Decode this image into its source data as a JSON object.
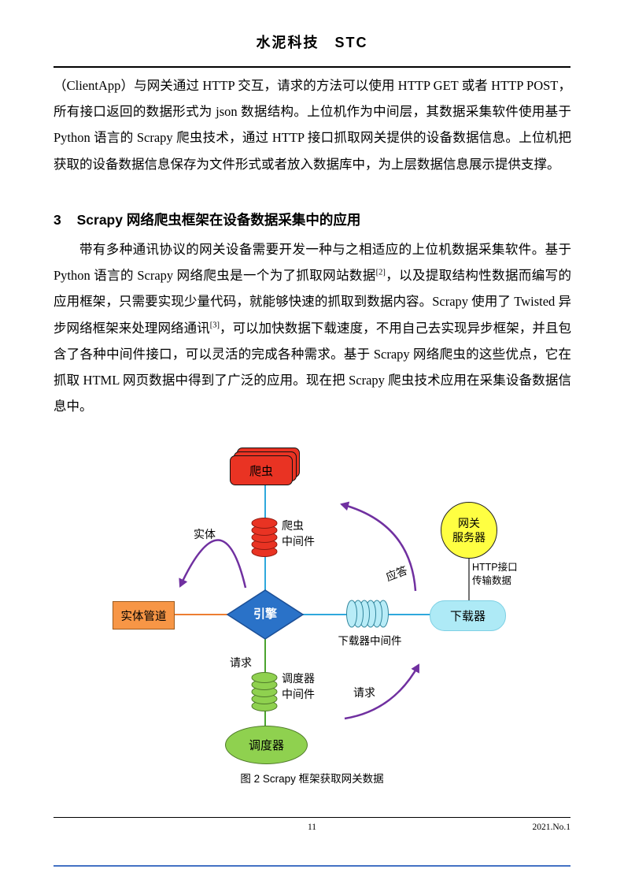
{
  "header": {
    "journal_title": "水泥科技　STC"
  },
  "article": {
    "paragraph_continued": "（ClientApp）与网关通过 HTTP 交互，请求的方法可以使用 HTTP GET 或者 HTTP POST，所有接口返回的数据形式为 json 数据结构。上位机作为中间层，其数据采集软件使用基于 Python 语言的 Scrapy 爬虫技术，通过 HTTP 接口抓取网关提供的设备数据信息。上位机把获取的设备数据信息保存为文件形式或者放入数据库中，为上层数据信息展示提供支撑。",
    "section_number": "3",
    "section_title": "Scrapy 网络爬虫框架在设备数据采集中的应用",
    "paragraph2": {
      "part1": "带有多种通讯协议的网关设备需要开发一种与之相适应的上位机数据采集软件。基于 Python 语言的 Scrapy 网络爬虫是一个为了抓取网站数据",
      "ref1": "[2]",
      "part2": "，以及提取结构性数据而编写的应用框架，只需要实现少量代码，就能够快速的抓取到数据内容。Scrapy 使用了 Twisted 异步网络框架来处理网络通讯",
      "ref2": "[3]",
      "part3": "，可以加快数据下载速度，不用自己去实现异步框架，并且包含了各种中间件接口，可以灵活的完成各种需求。基于 Scrapy 网络爬虫的这些优点，它在抓取 HTML 网页数据中得到了广泛的应用。现在把 Scrapy 爬虫技术应用在采集设备数据信息中。"
    }
  },
  "diagram": {
    "caption": "图 2 Scrapy 框架获取网关数据",
    "nodes": {
      "spider": "爬虫",
      "spider_middleware_line1": "爬虫",
      "spider_middleware_line2": "中间件",
      "engine": "引擎",
      "item_pipeline": "实体管道",
      "gateway_line1": "网关",
      "gateway_line2": "服务器",
      "downloader": "下载器",
      "downloader_middleware": "下载器中间件",
      "scheduler_middleware_line1": "调度器",
      "scheduler_middleware_line2": "中间件",
      "scheduler": "调度器"
    },
    "labels": {
      "entity": "实体",
      "response": "应答",
      "http_line1": "HTTP接口",
      "http_line2": "传输数据",
      "request_left": "请求",
      "request_right": "请求"
    },
    "colors": {
      "spider_red": "#e93323",
      "engine_blue": "#2a72c8",
      "pipeline_orange": "#f79646",
      "gateway_yellow": "#ffff42",
      "downloader_cyan": "#aeeaf6",
      "scheduler_green": "#8fd14f",
      "arrow_purple": "#7030a0",
      "connector_cyan": "#2fa8dc",
      "connector_orange": "#ed7d31",
      "connector_green": "#4ba32f"
    }
  },
  "footer": {
    "page_number": "11",
    "issue": "2021.No.1"
  }
}
